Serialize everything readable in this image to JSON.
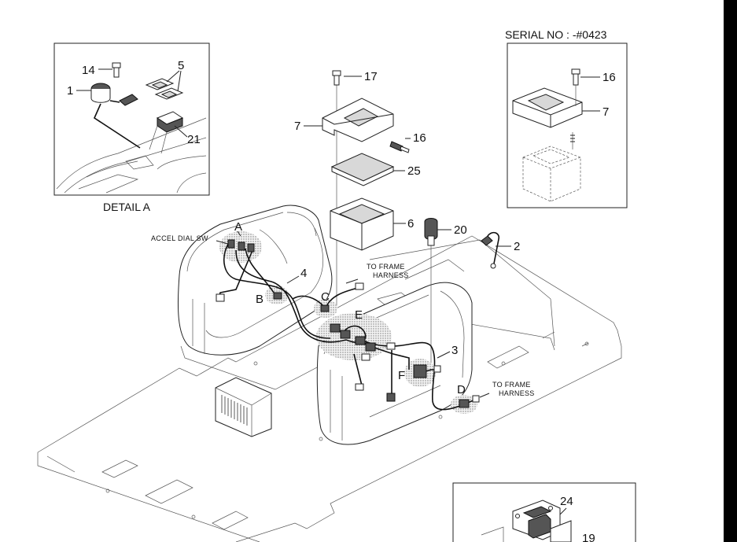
{
  "diagram": {
    "serial_no": "SERIAL NO : -#0423",
    "detail_caption": "DETAIL A",
    "accel_dial_label": "ACCEL DIAL SW",
    "frame_harness_label_1a": "TO FRAME",
    "frame_harness_label_1b": "HARNESS",
    "frame_harness_label_2a": "TO FRAME",
    "frame_harness_label_2b": "HARNESS",
    "part_numbers": {
      "p14": "14",
      "p1": "1",
      "p5": "5",
      "p21": "21",
      "p17": "17",
      "p7": "7",
      "p16": "16",
      "p25": "25",
      "p6": "6",
      "p20": "20",
      "p2": "2",
      "p4": "4",
      "p3": "3",
      "p16_inset": "16",
      "p7_inset": "7",
      "p24": "24",
      "p19": "19"
    },
    "detail_letters": {
      "a": "A",
      "b": "B",
      "c": "C",
      "d": "D",
      "e": "E",
      "f": "F"
    }
  }
}
